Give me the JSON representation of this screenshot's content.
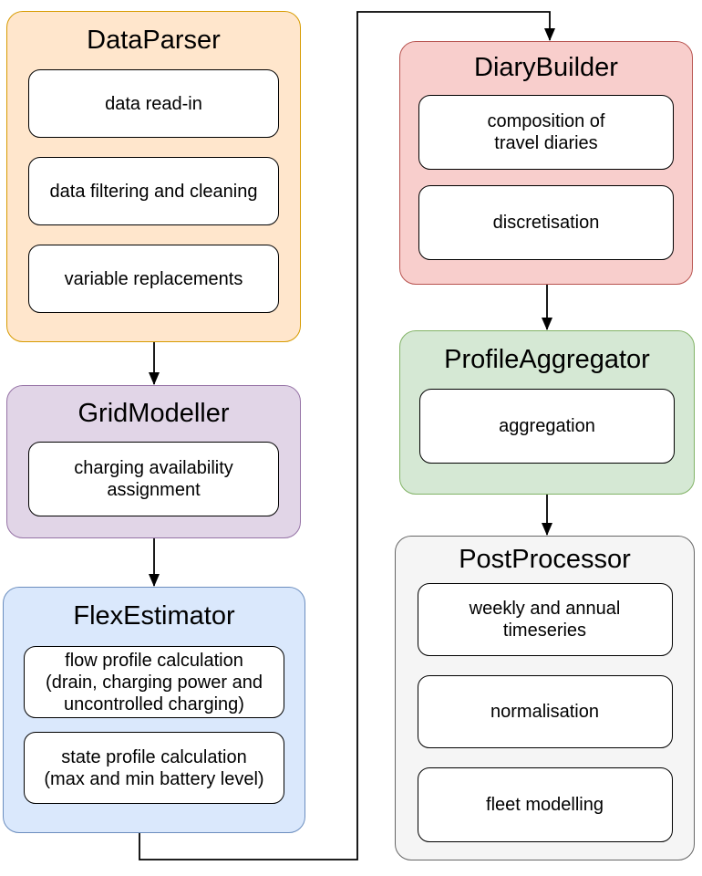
{
  "diagram": {
    "arrow_color": "#000000",
    "step_fill": "#FFFFFF",
    "step_stroke": "#000000",
    "modules": [
      {
        "id": "data-parser",
        "title": "DataParser",
        "fill": "#FFE6CC",
        "stroke": "#D79B00",
        "steps": [
          [
            "data read-in"
          ],
          [
            "data filtering and cleaning"
          ],
          [
            "variable replacements"
          ]
        ]
      },
      {
        "id": "grid-modeller",
        "title": "GridModeller",
        "fill": "#E1D5E7",
        "stroke": "#9673A6",
        "steps": [
          [
            "charging availability",
            "assignment"
          ]
        ]
      },
      {
        "id": "flex-estimator",
        "title": "FlexEstimator",
        "fill": "#DAE8FC",
        "stroke": "#6C8EBF",
        "steps": [
          [
            "flow profile calculation",
            "(drain, charging power and",
            "uncontrolled charging)"
          ],
          [
            "state profile calculation",
            "(max and min battery level)"
          ]
        ]
      },
      {
        "id": "diary-builder",
        "title": "DiaryBuilder",
        "fill": "#F8CECC",
        "stroke": "#B85450",
        "steps": [
          [
            "composition of",
            "travel diaries"
          ],
          [
            "discretisation"
          ]
        ]
      },
      {
        "id": "profile-aggregator",
        "title": "ProfileAggregator",
        "fill": "#D5E8D4",
        "stroke": "#82B366",
        "steps": [
          [
            "aggregation"
          ]
        ]
      },
      {
        "id": "post-processor",
        "title": "PostProcessor",
        "fill": "#F5F5F5",
        "stroke": "#666666",
        "steps": [
          [
            "weekly and annual",
            "timeseries"
          ],
          [
            "normalisation"
          ],
          [
            "fleet modelling"
          ]
        ]
      }
    ],
    "connections": [
      {
        "from": "DataParser",
        "to": "GridModeller"
      },
      {
        "from": "GridModeller",
        "to": "FlexEstimator"
      },
      {
        "from": "FlexEstimator",
        "to": "DiaryBuilder"
      },
      {
        "from": "DiaryBuilder",
        "to": "ProfileAggregator"
      },
      {
        "from": "ProfileAggregator",
        "to": "PostProcessor"
      }
    ]
  }
}
